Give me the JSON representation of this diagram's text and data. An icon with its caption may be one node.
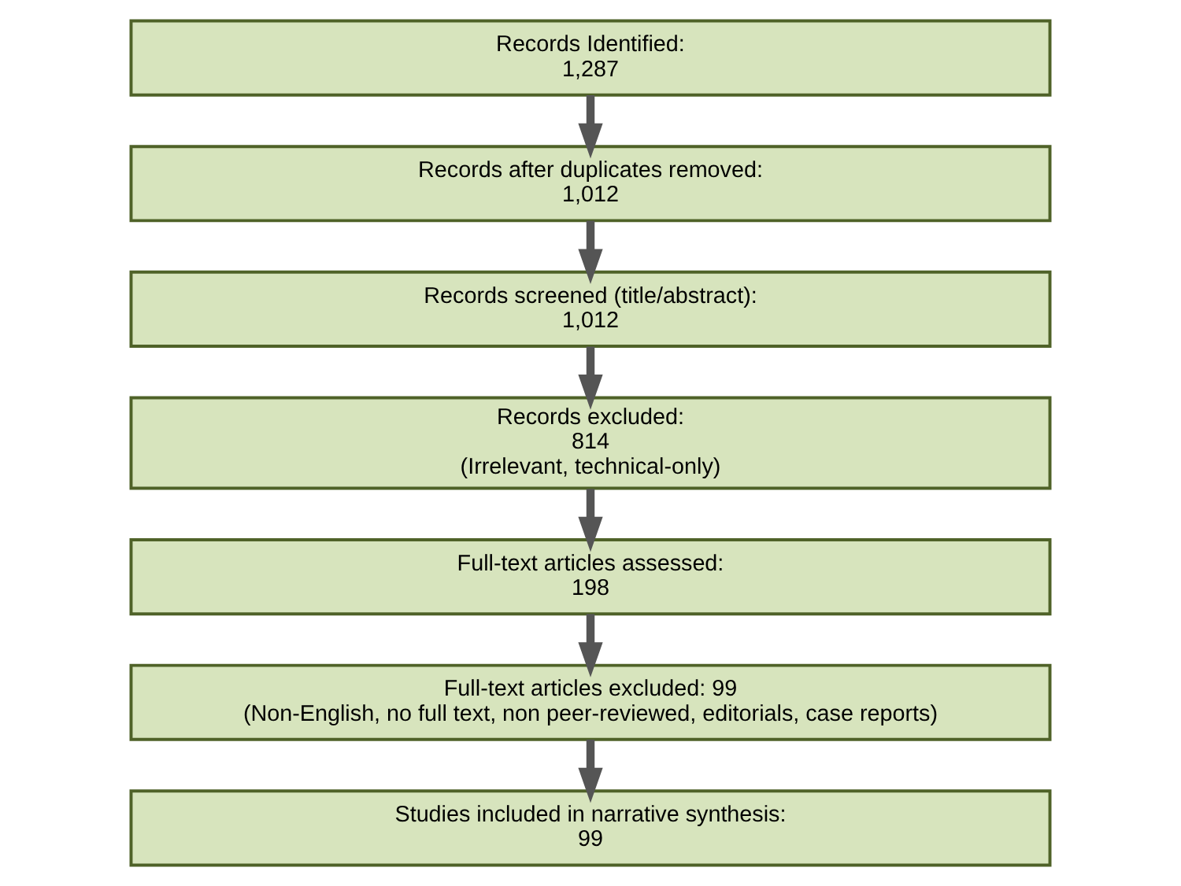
{
  "diagram": {
    "nodes": [
      {
        "text": [
          "Records Identified:",
          "1,287"
        ]
      },
      {
        "text": [
          "Records after duplicates removed:",
          "1,012"
        ]
      },
      {
        "text": [
          "Records screened (title/abstract):",
          "1,012"
        ]
      },
      {
        "text": [
          "Records excluded:",
          "814",
          "(Irrelevant, technical-only)"
        ]
      },
      {
        "text": [
          "Full-text articles assessed:",
          "198"
        ]
      },
      {
        "text": [
          "Full-text articles excluded: 99",
          "(Non-English, no full text, non peer-reviewed, editorials, case reports)"
        ]
      },
      {
        "text": [
          "Studies included in narrative synthesis:",
          "99"
        ]
      }
    ],
    "edges": [
      {
        "from": 0,
        "to": 1,
        "arrow": "to"
      },
      {
        "from": 1,
        "to": 2,
        "arrow": "to"
      },
      {
        "from": 2,
        "to": 3,
        "arrow": "to"
      },
      {
        "from": 3,
        "to": 4,
        "arrow": "to"
      },
      {
        "from": 4,
        "to": 5,
        "arrow": "to"
      },
      {
        "from": 5,
        "to": 6,
        "arrow": "to"
      }
    ]
  }
}
